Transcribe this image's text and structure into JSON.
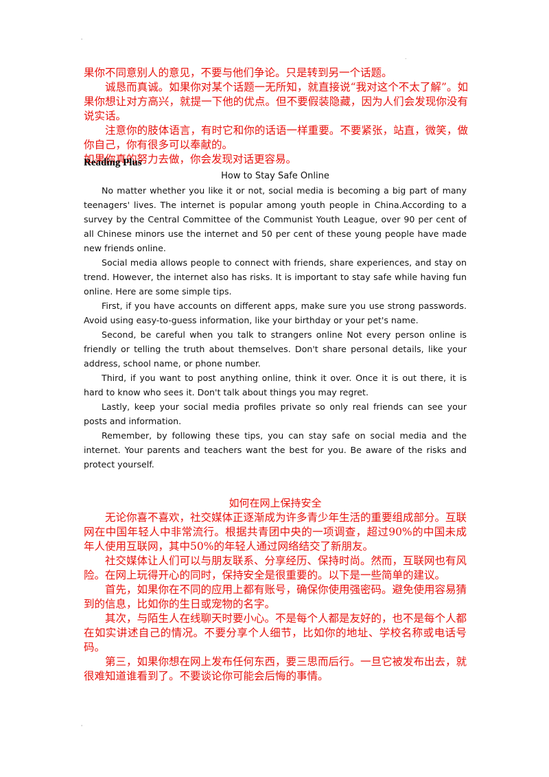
{
  "marks": {
    "top_left": "'",
    "top_right": ".",
    "bottom_left": "'"
  },
  "intro_cn": [
    "果你不同意别人的意见，不要与他们争论。只是转到另一个话题。",
    "诚恳而真诚。如果你对某个话题一无所知，就直接说“我对这个不太了解”。如果你想让对方高兴，就提一下他的优点。但不要假装隐藏，因为人们会发现你没有说实话。",
    "注意你的肢体语言，有时它和你的话语一样重要。不要紧张，站直，微笑，做你自己，你有很多可以奉献的。",
    "如果你真的努力去做，你会发现对话更容易。"
  ],
  "section_heading": "Reading Plus",
  "article_en": {
    "title": "How to Stay Safe Online",
    "paragraphs": [
      "No matter whether you like it or not, social media is becoming a big part of many teenagers' lives. The internet is popular among youth people in China.According to a survey by the Central Committee of the Communist Youth League, over 90 per cent of all Chinese minors use the internet and 50 per cent of these young people have made new friends online.",
      "Social media allows people to connect with friends, share experiences, and stay on trend. However, the internet also has risks. It is important to stay safe while having fun online. Here are some simple tips.",
      "First, if you have accounts on different apps, make sure you use strong passwords. Avoid using easy-to-guess information, like your birthday or your pet's name.",
      "Second, be careful when you talk to strangers online Not every person online is friendly or telling the truth about themselves. Don't share personal details, like your address, school name, or phone number.",
      "Third, if you want to post anything online, think it over. Once it is out there, it is hard to know who sees it. Don't talk about things you may regret.",
      "Lastly, keep your social media profiles private so only real friends can see your posts and information.",
      "Remember, by following these tips, you can stay safe on social media and the internet. Your parents and teachers want the best for you. Be aware of the risks and protect yourself."
    ]
  },
  "article_cn": {
    "title": "如何在网上保持安全",
    "paragraphs": [
      "无论你喜不喜欢，社交媒体正逐渐成为许多青少年生活的重要组成部分。互联网在中国年轻人中非常流行。根据共青团中央的一项调查，超过90%的中国未成年人使用互联网，其中50%的年轻人通过网络结交了新朋友。",
      "社交媒体让人们可以与朋友联系、分享经历、保持时尚。然而，互联网也有风险。在网上玩得开心的同时，保持安全是很重要的。以下是一些简单的建议。",
      "首先，如果你在不同的应用上都有账号，确保你使用强密码。避免使用容易猜到的信息，比如你的生日或宠物的名字。",
      "其次，与陌生人在线聊天时要小心。不是每个人都是友好的，也不是每个人都在如实讲述自己的情况。不要分享个人细节，比如你的地址、学校名称或电话号码。",
      "第三，如果你想在网上发布任何东西，要三思而后行。一旦它被发布出去，就很难知道谁看到了。不要谈论你可能会后悔的事情。"
    ]
  }
}
